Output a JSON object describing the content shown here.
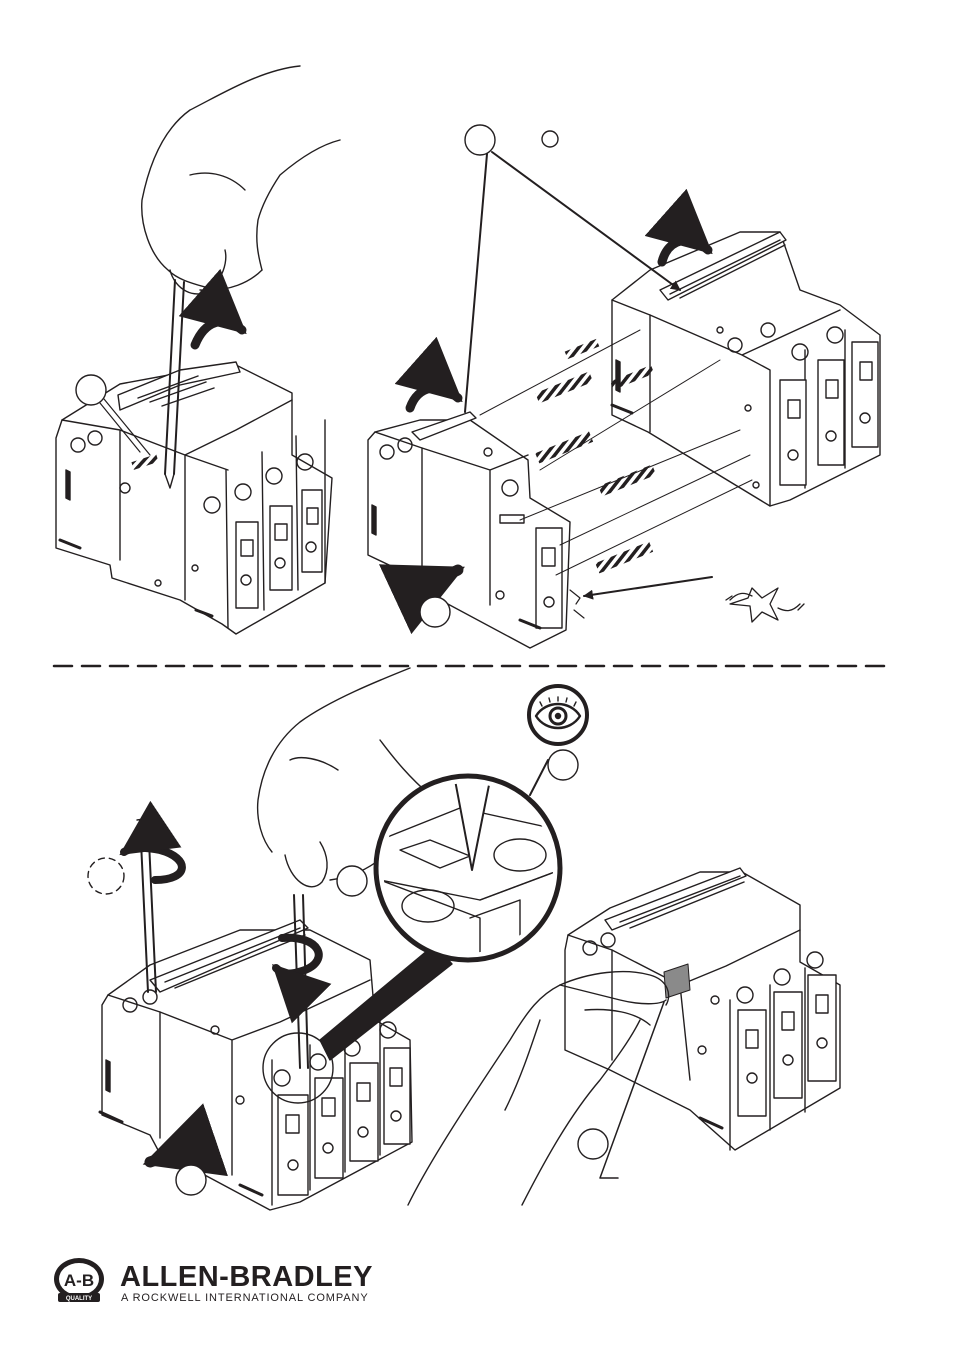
{
  "brand": {
    "logo_letters": "A-B",
    "logo_ribbon": "QUALITY",
    "name": "ALLEN-BRADLEY",
    "tagline": "A ROCKWELL INTERNATIONAL COMPANY"
  },
  "colors": {
    "ink": "#231f20",
    "paper": "#ffffff",
    "label_gray": "#8a8a8a"
  },
  "icons": [
    "screwdriver-icon",
    "hand-icon",
    "rotate-arrow-icon",
    "push-arrow-icon",
    "pull-arrow-icon",
    "eye-icon",
    "flex-symbol-icon",
    "callout-circle-icon",
    "magnifier-detail-icon"
  ]
}
